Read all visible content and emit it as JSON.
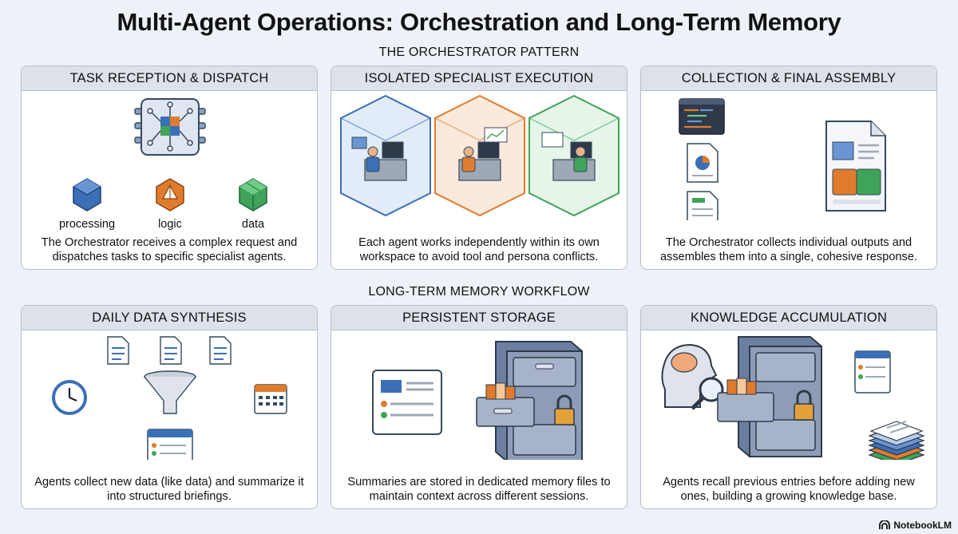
{
  "title": "Multi-Agent Operations: Orchestration and Long-Term Memory",
  "sections": {
    "orchestrator": "THE ORCHESTRATOR PATTERN",
    "memory": "LONG-TERM MEMORY WORKFLOW"
  },
  "panels": {
    "task_reception": {
      "header": "TASK RECEPTION & DISPATCH",
      "caption": "The Orchestrator receives a complex request and dispatches tasks to specific specialist agents.",
      "labels": [
        "processing",
        "logic",
        "data"
      ]
    },
    "isolated_execution": {
      "header": "ISOLATED SPECIALIST EXECUTION",
      "caption": "Each agent works independently within its own workspace to avoid tool and persona conflicts."
    },
    "final_assembly": {
      "header": "COLLECTION & FINAL ASSEMBLY",
      "caption": "The Orchestrator collects individual outputs and assembles them into a single, cohesive response."
    },
    "daily_synthesis": {
      "header": "DAILY DATA SYNTHESIS",
      "caption": "Agents collect new data (like data) and summarize it into structured briefings."
    },
    "persistent_storage": {
      "header": "PERSISTENT STORAGE",
      "caption": "Summaries are stored in dedicated memory files to maintain context across different sessions."
    },
    "knowledge_accumulation": {
      "header": "KNOWLEDGE ACCUMULATION",
      "caption": "Agents recall previous entries before adding new ones, building a growing knowledge base."
    }
  },
  "colors": {
    "blue": "#3b6fb6",
    "orange": "#e07b2e",
    "green": "#3fa35a",
    "panel_header": "#dde2ea"
  },
  "brand": "NotebookLM"
}
